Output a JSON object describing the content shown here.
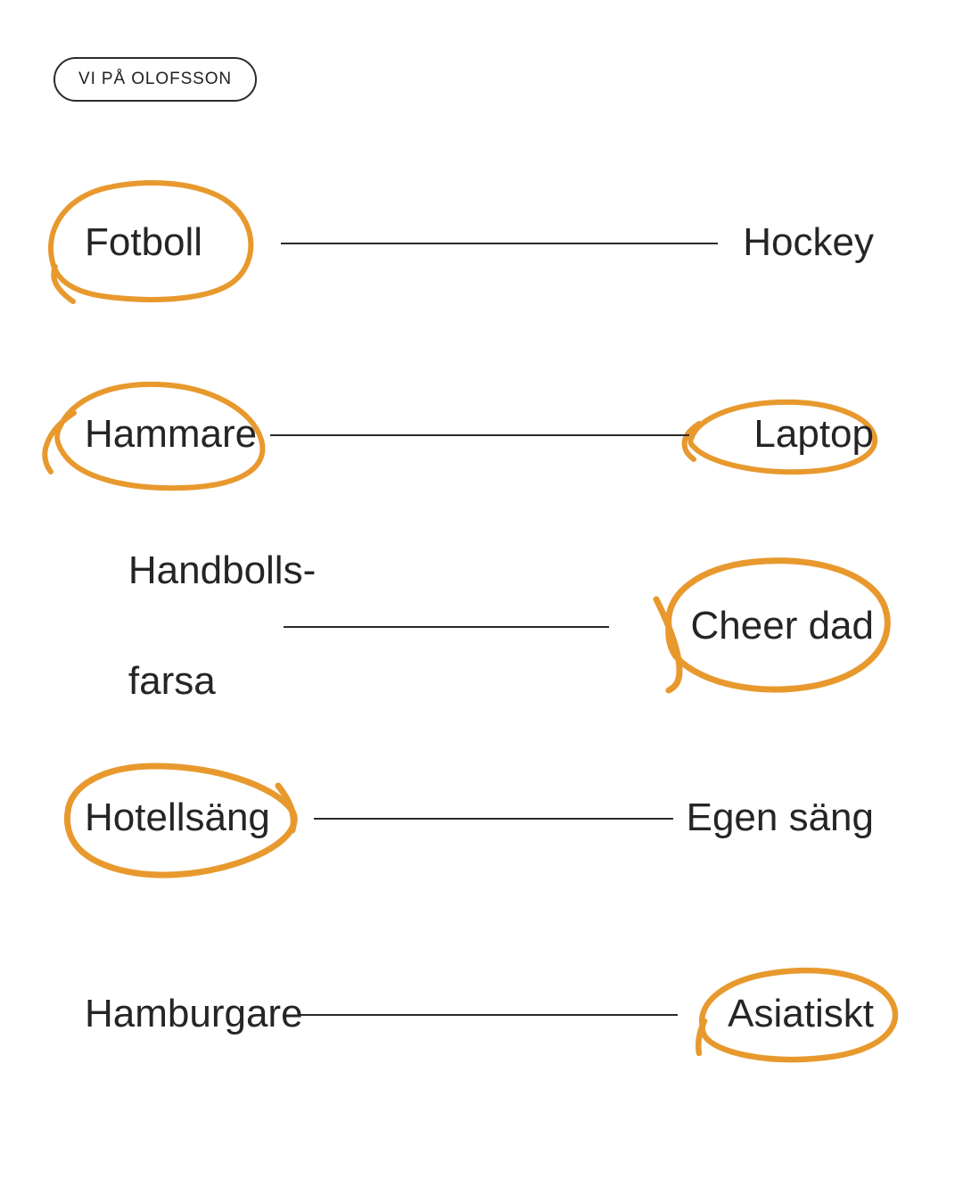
{
  "badge": {
    "label": "VI PÅ OLOFSSON"
  },
  "theme": {
    "background": "#ffffff",
    "text_color": "#252525",
    "line_color": "#2a2a2a",
    "highlight_color": "#E8992E"
  },
  "chart_data": {
    "type": "table",
    "title": "VI PÅ OLOFSSON",
    "description": "Five this-or-that comparison rows; the circled option is the selected one.",
    "columns": [
      "left_option",
      "right_option"
    ],
    "rows": [
      {
        "left": "Fotboll",
        "right": "Hockey",
        "left_circled": true,
        "right_circled": false
      },
      {
        "left": "Hammare",
        "right": "Laptop",
        "left_circled": true,
        "right_circled": true
      },
      {
        "left": "Handbolls-\nfarsa",
        "right": "Cheer dad",
        "left_circled": false,
        "right_circled": true
      },
      {
        "left": "Hotellsäng",
        "right": "Egen säng",
        "left_circled": true,
        "right_circled": false
      },
      {
        "left": "Hamburgare",
        "right": "Asiatiskt",
        "left_circled": false,
        "right_circled": true
      }
    ]
  }
}
